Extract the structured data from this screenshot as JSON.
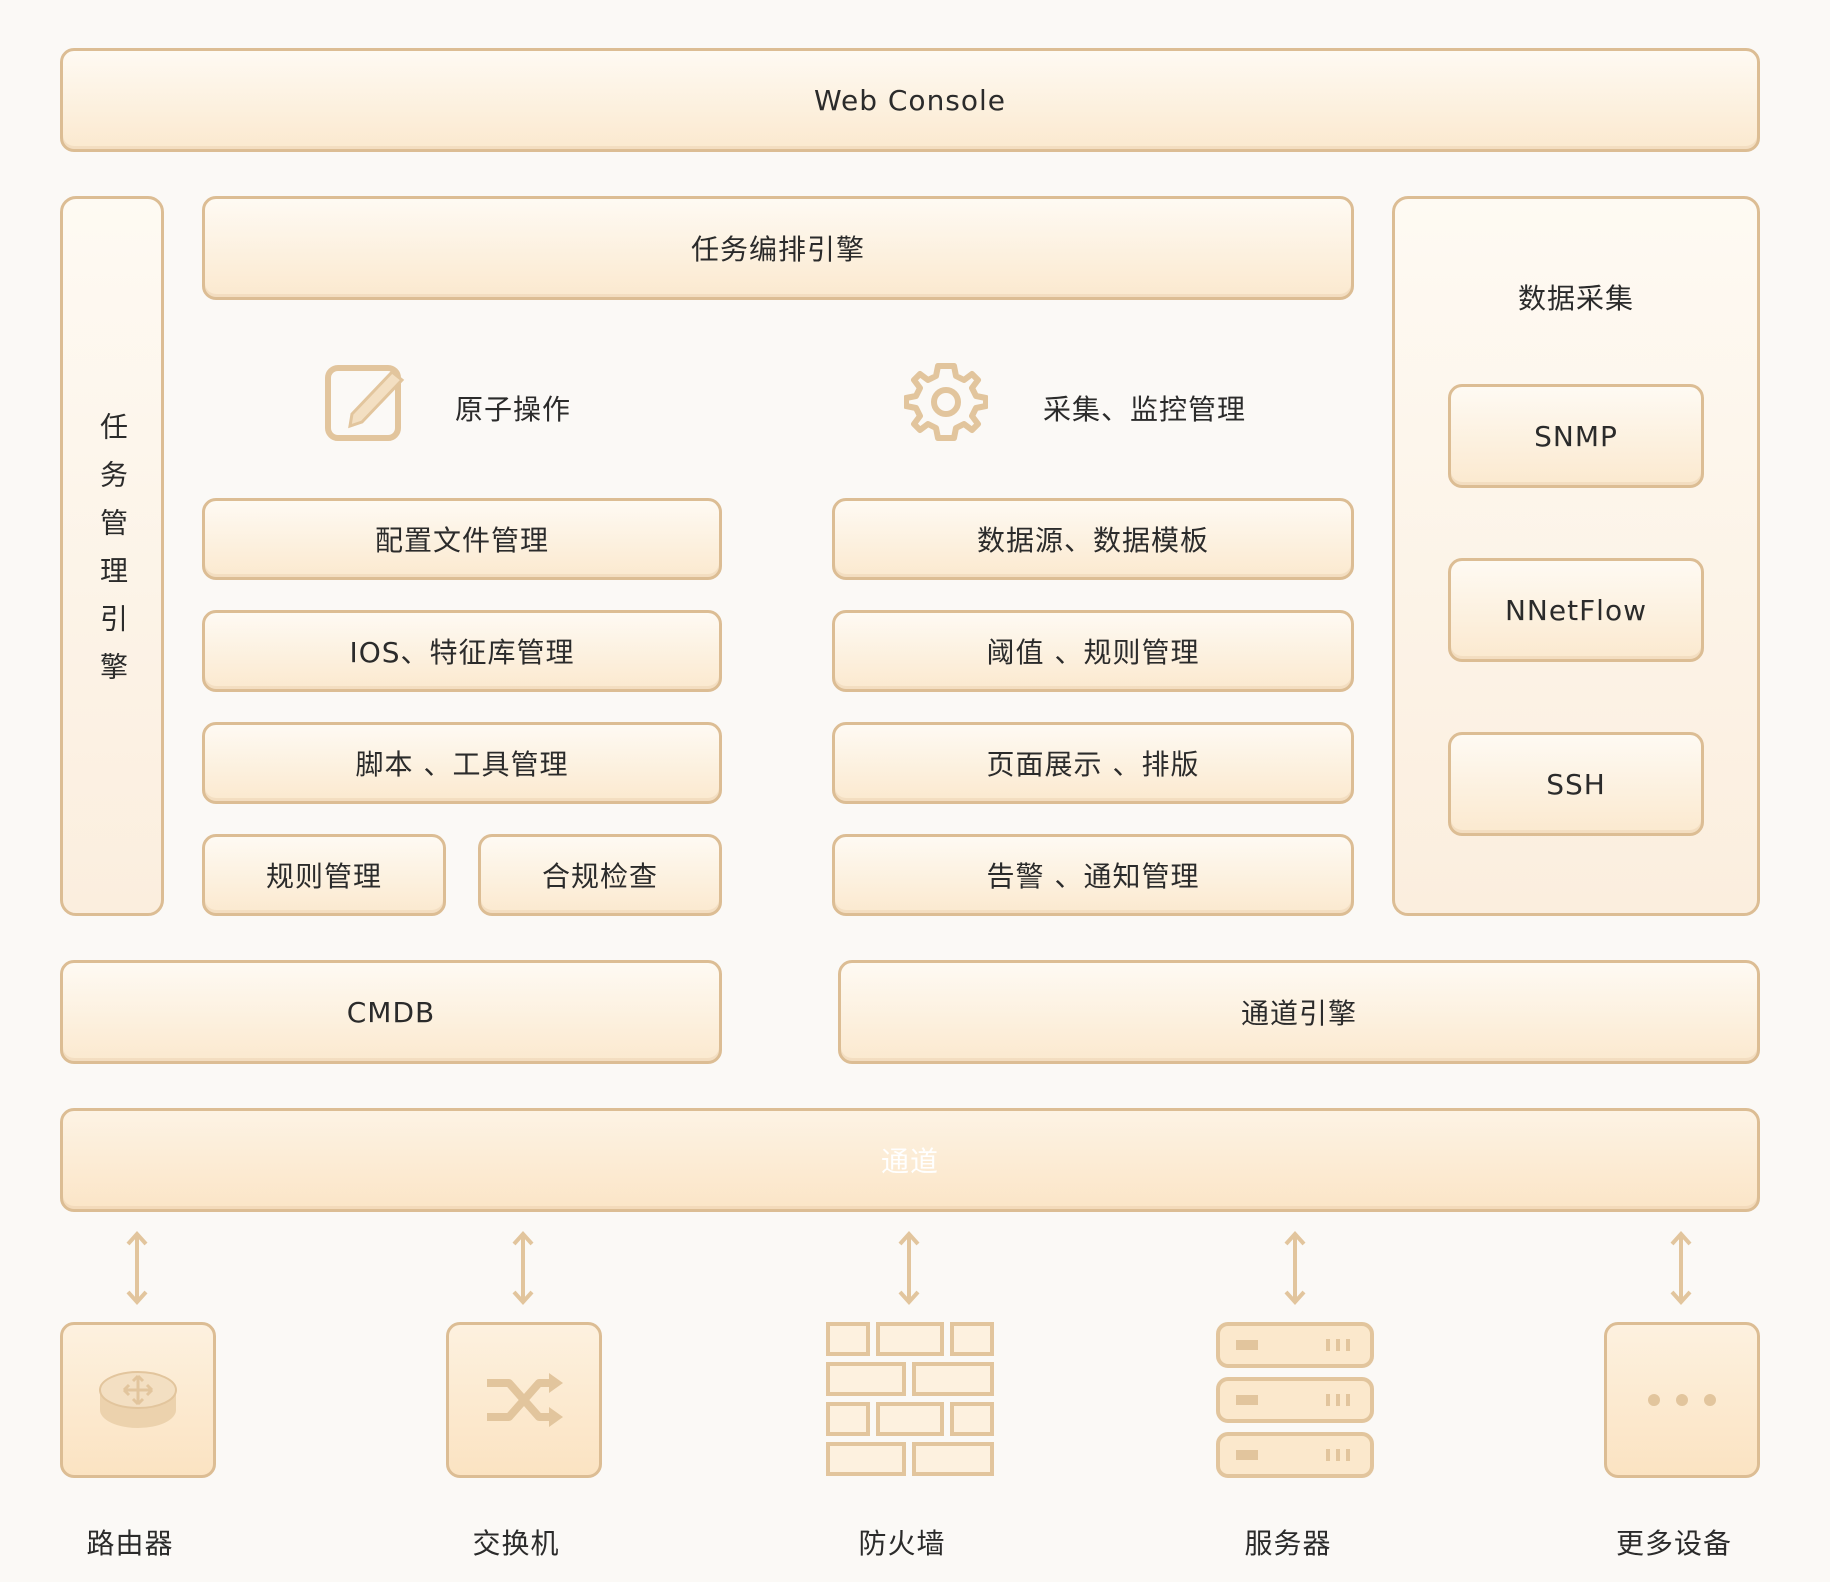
{
  "top": {
    "web_console": "Web Console"
  },
  "left_panel": {
    "title": "任务管理引擎"
  },
  "center": {
    "orchestration": "任务编排引擎",
    "atomic_ops": {
      "label": "原子操作",
      "icon": "edit-icon"
    },
    "collect_monitor": {
      "label": "采集、监控管理",
      "icon": "gear-icon"
    },
    "left_column": [
      "配置文件管理",
      "IOS、特征库管理",
      "脚本 、工具管理"
    ],
    "rule_mgmt": "规则管理",
    "compliance": "合规检查",
    "right_column": [
      "数据源、数据模板",
      "阈值 、规则管理",
      "页面展示 、排版",
      "告警 、通知管理"
    ]
  },
  "data_collection": {
    "title": "数据采集",
    "items": [
      "SNMP",
      "NNetFlow",
      "SSH"
    ]
  },
  "cmdb": "CMDB",
  "channel_engine": "通道引擎",
  "channel": "通道",
  "devices": [
    {
      "label": "路由器",
      "icon": "router-icon"
    },
    {
      "label": "交换机",
      "icon": "switch-icon"
    },
    {
      "label": "防火墙",
      "icon": "firewall-icon"
    },
    {
      "label": "服务器",
      "icon": "server-icon"
    },
    {
      "label": "更多设备",
      "icon": "more-icon"
    }
  ],
  "colors": {
    "border": "#dcbd94",
    "fill_top": "#fefaf3",
    "fill_bottom": "#fbe9cf",
    "icon": "#e2c59d"
  }
}
